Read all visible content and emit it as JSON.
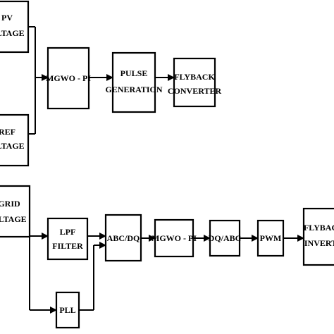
{
  "diagram": {
    "upper": {
      "pv_voltage": [
        "PV",
        "OLTAGE"
      ],
      "ref_voltage": [
        "REF",
        "OLTAGE"
      ],
      "mgwo_pi": [
        "MGWO - PI"
      ],
      "pulse_generation": [
        "PULSE",
        "GENERATION"
      ],
      "flyback_converter": [
        "FLYBACK",
        "CONVERTER"
      ]
    },
    "lower": {
      "grid_voltage": [
        "GRID",
        "OLTAGE"
      ],
      "lpf_filter": [
        "LPF",
        "FILTER"
      ],
      "pll": [
        "PLL"
      ],
      "abc_dq": [
        "ABC/DQ"
      ],
      "mgwo_pi": [
        "MGWO - PI"
      ],
      "dq_abc": [
        "DQ/ABC"
      ],
      "pwm": [
        "PWM"
      ],
      "flyback_inverter": [
        "FLYBAC",
        "INVERT"
      ]
    }
  }
}
